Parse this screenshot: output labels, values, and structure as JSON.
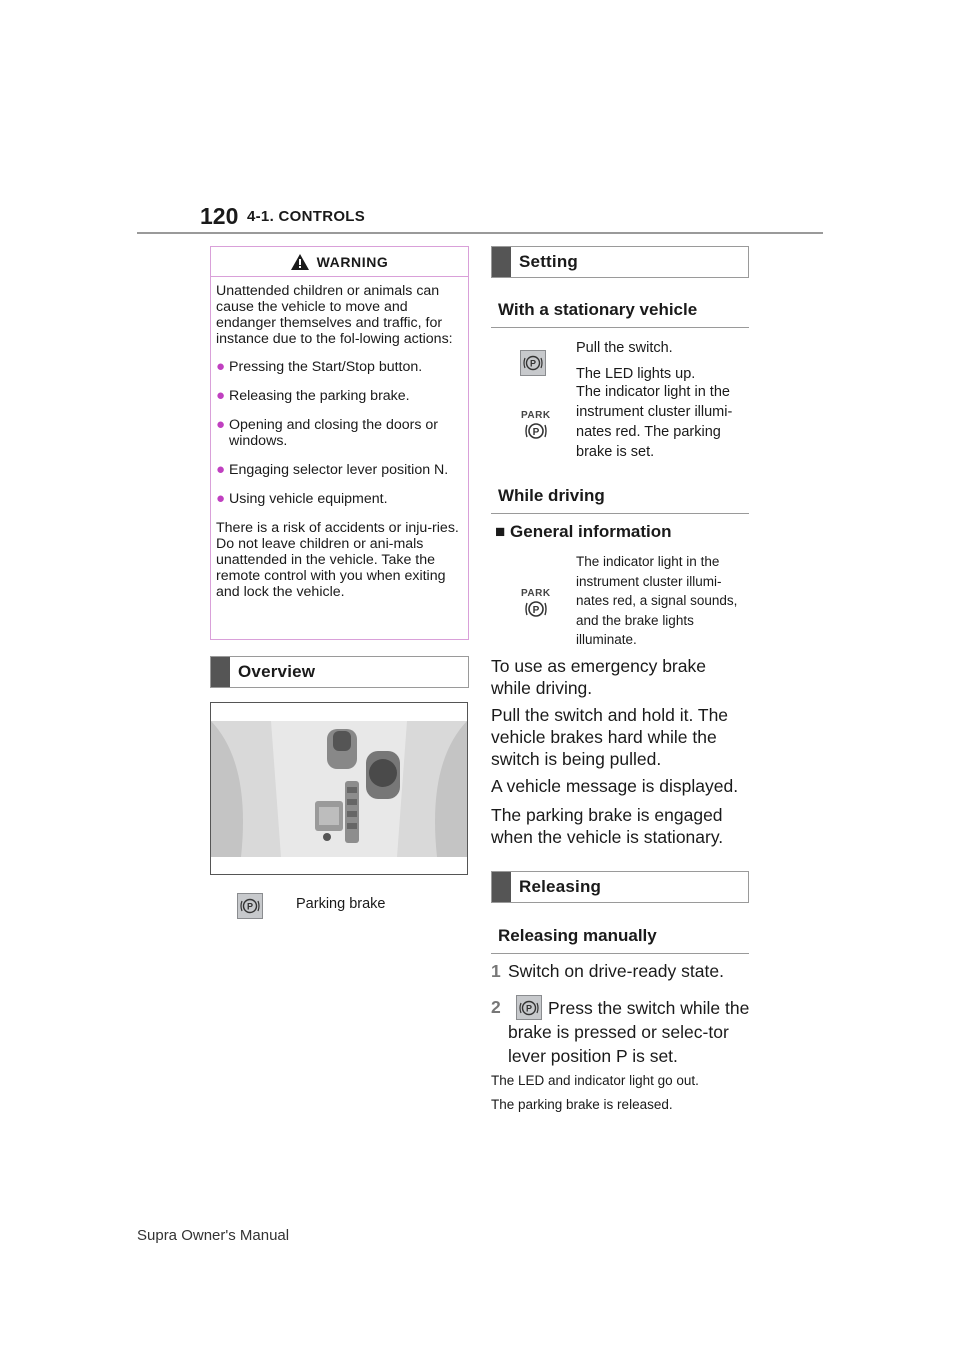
{
  "header": {
    "page_number": "120",
    "section": "4-1. CONTROLS"
  },
  "warning": {
    "title": "WARNING",
    "intro": "Unattended children or animals can cause the vehicle to move and endanger themselves and traffic, for instance due to the fol-lowing actions:",
    "bullets": [
      "Pressing the Start/Stop button.",
      "Releasing the parking brake.",
      "Opening and closing the doors or windows.",
      "Engaging selector lever position N.",
      "Using vehicle equipment."
    ],
    "outro": "There is a risk of accidents or inju-ries. Do not leave children or ani-mals unattended in the vehicle. Take the remote control with you when exiting and lock the vehicle."
  },
  "overview": {
    "title": "Overview",
    "parking_brake_label": "Parking brake"
  },
  "setting": {
    "title": "Setting",
    "stationary": {
      "title": "With a stationary vehicle",
      "pull_text": "Pull the switch.",
      "led_text": "The LED lights up.",
      "indicator_text": "The indicator light in the instrument cluster illumi-nates red. The parking brake is set."
    },
    "driving": {
      "title": "While driving",
      "general_title": "General information",
      "indicator_text": "The indicator light in the instrument cluster illumi-nates red, a signal sounds, and the brake lights illuminate.",
      "paragraphs": [
        "To use as emergency brake while driving.",
        "Pull the switch and hold it. The vehicle brakes hard while the switch is being pulled.",
        "A vehicle message is displayed.",
        "The parking brake is engaged when the vehicle is stationary."
      ]
    }
  },
  "releasing": {
    "title": "Releasing",
    "manual_title": "Releasing manually",
    "steps": [
      {
        "num": "1",
        "text": "Switch on drive-ready state."
      },
      {
        "num": "2",
        "text": "Press the switch while the brake is pressed or selec-tor lever position P is set."
      }
    ],
    "note1": "The LED and indicator light go out.",
    "note2": "The parking brake is released."
  },
  "icons": {
    "park_label": "PARK"
  },
  "footer": "Supra Owner's Manual",
  "colors": {
    "warning_border": "#d9a0d9",
    "bullet": "#c040c0",
    "bar_block": "#555555",
    "icon_bg": "#c7c9cc"
  }
}
